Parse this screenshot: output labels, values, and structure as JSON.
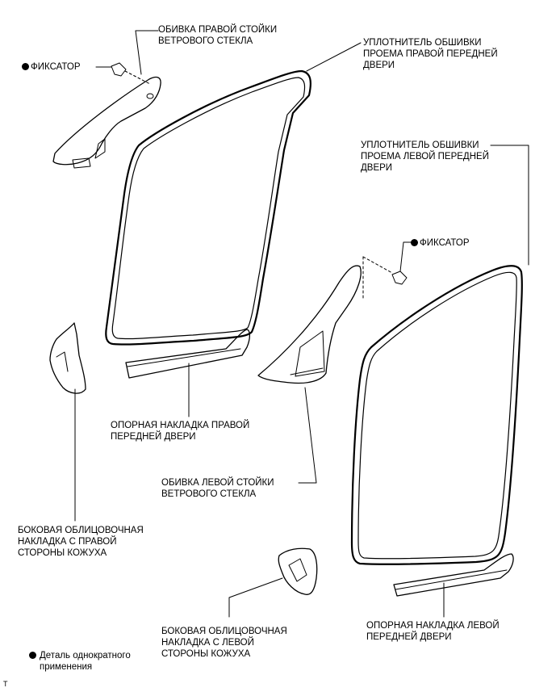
{
  "labels": {
    "right_pillar": "ОБИВКА ПРАВОЙ СТОЙКИ\nВЕТРОВОГО СТЕКЛА",
    "clip_top": "ФИКСАТОР",
    "right_weatherstrip": "УПЛОТНИТЕЛЬ ОБШИВКИ\nПРОЕМА ПРАВОЙ ПЕРЕДНЕЙ\nДВЕРИ",
    "left_weatherstrip": "УПЛОТНИТЕЛЬ ОБШИВКИ\nПРОЕМА ЛЕВОЙ ПЕРЕДНЕЙ\nДВЕРИ",
    "clip_mid": "ФИКСАТОР",
    "right_scuff": "ОПОРНАЯ НАКЛАДКА ПРАВОЙ\nПЕРЕДНЕЙ ДВЕРИ",
    "left_pillar": "ОБИВКА ЛЕВОЙ СТОЙКИ\nВЕТРОВОГО СТЕКЛА",
    "right_cowl": "БОКОВАЯ ОБЛИЦОВОЧНАЯ\nНАКЛАДКА С ПРАВОЙ\nСТОРОНЫ КОЖУХА",
    "left_cowl": "БОКОВАЯ ОБЛИЦОВОЧНАЯ\nНАКЛАДКА С ЛЕВОЙ\nСТОРОНЫ КОЖУХА",
    "left_scuff": "ОПОРНАЯ НАКЛАДКА ЛЕВОЙ\nПЕРЕДНЕЙ ДВЕРИ",
    "legend": "Деталь однократного\nприменения",
    "corner_mark": "T"
  }
}
